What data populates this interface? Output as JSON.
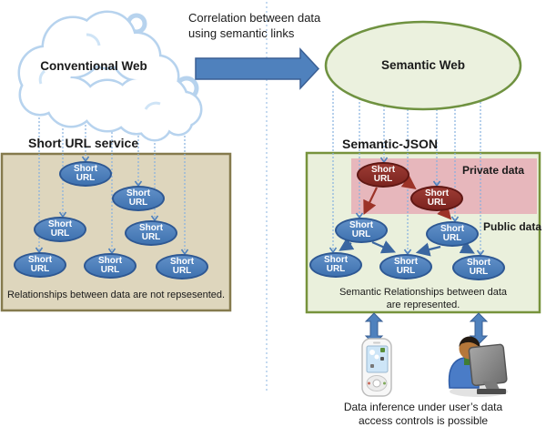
{
  "figure": {
    "correlation_caption_line1": "Correlation between data",
    "correlation_caption_line2": "using semantic links",
    "conventional_web_label": "Conventional Web",
    "semantic_web_label": "Semantic Web"
  },
  "left_panel": {
    "title": "Short URL service",
    "node_label": "Short URL",
    "caption": "Relationships between data are not repsesented."
  },
  "right_panel": {
    "title": "Semantic-JSON",
    "private_data_label": "Private data",
    "public_data_label": "Public data",
    "node_label": "Short URL",
    "caption_line1": "Semantic Relationships between data",
    "caption_line2": "are represented."
  },
  "bottom": {
    "caption_line1": "Data inference under user’s data",
    "caption_line2": "access controls is possible"
  },
  "icons": {
    "cloud": "cloud-icon",
    "media_player": "media-player-icon",
    "user_at_computer": "user-at-computer-icon",
    "right_arrow": "right-arrow-icon",
    "double_arrow": "double-headed-arrow-icon"
  },
  "colors": {
    "node_blue": "#4478b5",
    "node_blue_border": "#2e5893",
    "node_red": "#8e2d28",
    "node_red_border": "#5f1713",
    "arrow_blue": "#4f81bd",
    "arrow_red": "#9c3328",
    "dotted_line": "#85b0df",
    "left_box_fill": "#ded6bd",
    "left_box_border": "#857a4d",
    "right_box_fill": "#eaf0dc",
    "right_box_border": "#77933c",
    "private_area_pink": "#e7b7bc"
  }
}
